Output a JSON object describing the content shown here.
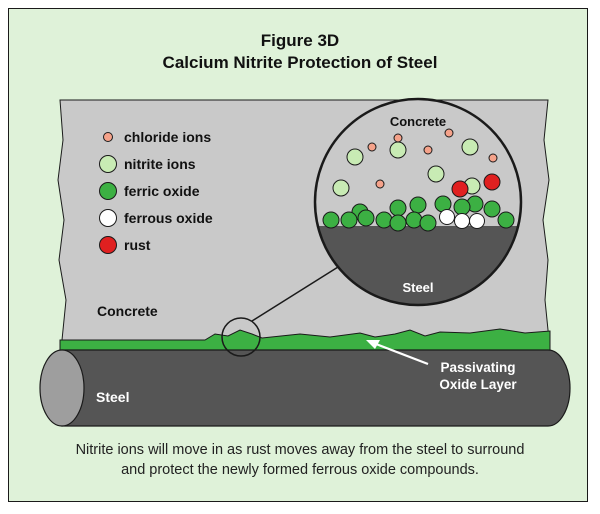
{
  "figure": {
    "title_line1": "Figure 3D",
    "title_line2": "Calcium Nitrite Protection of Steel",
    "caption_line1": "Nitrite ions will move in as rust moves away from the steel to surround",
    "caption_line2": "and protect the newly formed ferrous oxide compounds."
  },
  "legend": [
    {
      "label": "chloride ions",
      "color": "#f5a28a",
      "kind": "chloride"
    },
    {
      "label": "nitrite ions",
      "color": "#c8ebb4",
      "kind": "nitrite"
    },
    {
      "label": "ferric oxide",
      "color": "#3cb043",
      "kind": "ferric"
    },
    {
      "label": "ferrous oxide",
      "color": "#ffffff",
      "kind": "ferrous"
    },
    {
      "label": "rust",
      "color": "#e02020",
      "kind": "rust"
    }
  ],
  "labels": {
    "concrete_main": "Concrete",
    "steel_main": "Steel",
    "concrete_zoom": "Concrete",
    "steel_zoom": "Steel",
    "passivating_line1": "Passivating",
    "passivating_line2": "Oxide Layer"
  },
  "colors": {
    "background": "#dff2d9",
    "concrete": "#c9c9c9",
    "steel": "#555555",
    "oxide_layer": "#3cb043",
    "outline": "#1a1a1a"
  }
}
